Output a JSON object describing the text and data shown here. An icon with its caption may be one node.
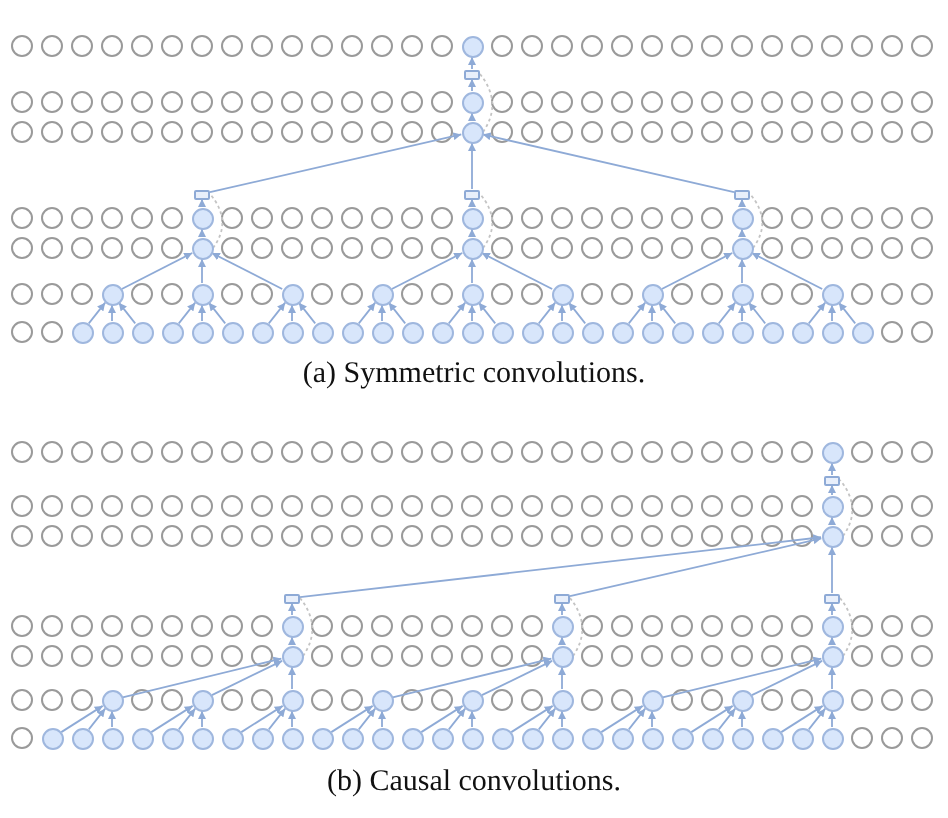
{
  "diagram": {
    "nodes": [
      {
        "text": [],
        "shape": "circle"
      },
      {
        "text": [],
        "shape": "box"
      },
      {
        "text": [],
        "shape": "circle"
      },
      {
        "text": [],
        "shape": "circle"
      },
      {
        "text": [],
        "shape": "box"
      },
      {
        "text": [],
        "shape": "box"
      },
      {
        "text": [],
        "shape": "box"
      },
      {
        "text": [],
        "shape": "circle"
      },
      {
        "text": [],
        "shape": "circle"
      },
      {
        "text": [],
        "shape": "circle"
      },
      {
        "text": [],
        "shape": "circle"
      },
      {
        "text": [],
        "shape": "circle"
      },
      {
        "text": [],
        "shape": "circle"
      },
      {
        "text": [],
        "shape": "circle"
      },
      {
        "text": [],
        "shape": "circle"
      },
      {
        "text": [],
        "shape": "circle"
      },
      {
        "text": [],
        "shape": "circle"
      },
      {
        "text": [],
        "shape": "circle"
      },
      {
        "text": [],
        "shape": "circle"
      },
      {
        "text": [],
        "shape": "circle"
      },
      {
        "text": [],
        "shape": "circle"
      },
      {
        "text": [],
        "shape": "circle"
      },
      {
        "text": [],
        "shape": "circle"
      },
      {
        "text": [],
        "shape": "circle"
      },
      {
        "text": [],
        "shape": "circle"
      },
      {
        "text": [],
        "shape": "circle"
      },
      {
        "text": [],
        "shape": "circle"
      },
      {
        "text": [],
        "shape": "circle"
      },
      {
        "text": [],
        "shape": "circle"
      },
      {
        "text": [],
        "shape": "circle"
      },
      {
        "text": [],
        "shape": "circle"
      },
      {
        "text": [],
        "shape": "circle"
      },
      {
        "text": [],
        "shape": "circle"
      },
      {
        "text": [],
        "shape": "circle"
      },
      {
        "text": [],
        "shape": "circle"
      },
      {
        "text": [],
        "shape": "circle"
      },
      {
        "text": [],
        "shape": "circle"
      },
      {
        "text": [],
        "shape": "circle"
      },
      {
        "text": [],
        "shape": "circle"
      },
      {
        "text": [],
        "shape": "circle"
      },
      {
        "text": [],
        "shape": "circle"
      },
      {
        "text": [],
        "shape": "circle"
      },
      {
        "text": [],
        "shape": "circle"
      },
      {
        "text": [],
        "shape": "circle"
      },
      {
        "text": [],
        "shape": "circle"
      },
      {
        "text": [],
        "shape": "circle"
      },
      {
        "text": [],
        "shape": "circle"
      },
      {
        "text": [],
        "shape": "circle"
      },
      {
        "text": [],
        "shape": "circle"
      },
      {
        "text": [],
        "shape": "circle"
      },
      {
        "text": [],
        "shape": "box"
      },
      {
        "text": [],
        "shape": "circle"
      },
      {
        "text": [],
        "shape": "circle"
      },
      {
        "text": [],
        "shape": "box"
      },
      {
        "text": [],
        "shape": "box"
      },
      {
        "text": [],
        "shape": "box"
      },
      {
        "text": [],
        "shape": "circle"
      },
      {
        "text": [],
        "shape": "circle"
      },
      {
        "text": [],
        "shape": "circle"
      },
      {
        "text": [],
        "shape": "circle"
      },
      {
        "text": [],
        "shape": "circle"
      },
      {
        "text": [],
        "shape": "circle"
      },
      {
        "text": [],
        "shape": "circle"
      },
      {
        "text": [],
        "shape": "circle"
      },
      {
        "text": [],
        "shape": "circle"
      },
      {
        "text": [],
        "shape": "circle"
      },
      {
        "text": [],
        "shape": "circle"
      },
      {
        "text": [],
        "shape": "circle"
      },
      {
        "text": [],
        "shape": "circle"
      },
      {
        "text": [],
        "shape": "circle"
      },
      {
        "text": [],
        "shape": "circle"
      },
      {
        "text": [],
        "shape": "circle"
      },
      {
        "text": [],
        "shape": "circle"
      },
      {
        "text": [],
        "shape": "circle"
      },
      {
        "text": [],
        "shape": "circle"
      },
      {
        "text": [],
        "shape": "circle"
      },
      {
        "text": [],
        "shape": "circle"
      },
      {
        "text": [],
        "shape": "circle"
      },
      {
        "text": [],
        "shape": "circle"
      },
      {
        "text": [],
        "shape": "circle"
      },
      {
        "text": [],
        "shape": "circle"
      },
      {
        "text": [],
        "shape": "circle"
      },
      {
        "text": [],
        "shape": "circle"
      },
      {
        "text": [],
        "shape": "circle"
      },
      {
        "text": [],
        "shape": "circle"
      },
      {
        "text": [],
        "shape": "circle"
      },
      {
        "text": [],
        "shape": "circle"
      },
      {
        "text": [],
        "shape": "circle"
      },
      {
        "text": [],
        "shape": "circle"
      },
      {
        "text": [],
        "shape": "circle"
      },
      {
        "text": [],
        "shape": "circle"
      },
      {
        "text": [],
        "shape": "circle"
      },
      {
        "text": [],
        "shape": "circle"
      },
      {
        "text": [],
        "shape": "circle"
      },
      {
        "text": [],
        "shape": "circle"
      },
      {
        "text": [],
        "shape": "circle"
      },
      {
        "text": [],
        "shape": "circle"
      },
      {
        "text": [],
        "shape": "circle"
      }
    ],
    "edges": [
      {
        "from": 22,
        "to": 13,
        "arrow": "to"
      },
      {
        "from": 23,
        "to": 13,
        "arrow": "to"
      },
      {
        "from": 24,
        "to": 13,
        "arrow": "to"
      },
      {
        "from": 25,
        "to": 14,
        "arrow": "to"
      },
      {
        "from": 26,
        "to": 14,
        "arrow": "to"
      },
      {
        "from": 27,
        "to": 14,
        "arrow": "to"
      },
      {
        "from": 28,
        "to": 15,
        "arrow": "to"
      },
      {
        "from": 29,
        "to": 15,
        "arrow": "to"
      },
      {
        "from": 30,
        "to": 15,
        "arrow": "to"
      },
      {
        "from": 31,
        "to": 16,
        "arrow": "to"
      },
      {
        "from": 32,
        "to": 16,
        "arrow": "to"
      },
      {
        "from": 33,
        "to": 16,
        "arrow": "to"
      },
      {
        "from": 34,
        "to": 17,
        "arrow": "to"
      },
      {
        "from": 35,
        "to": 17,
        "arrow": "to"
      },
      {
        "from": 36,
        "to": 17,
        "arrow": "to"
      },
      {
        "from": 37,
        "to": 18,
        "arrow": "to"
      },
      {
        "from": 38,
        "to": 18,
        "arrow": "to"
      },
      {
        "from": 39,
        "to": 18,
        "arrow": "to"
      },
      {
        "from": 40,
        "to": 19,
        "arrow": "to"
      },
      {
        "from": 41,
        "to": 19,
        "arrow": "to"
      },
      {
        "from": 42,
        "to": 19,
        "arrow": "to"
      },
      {
        "from": 43,
        "to": 20,
        "arrow": "to"
      },
      {
        "from": 44,
        "to": 20,
        "arrow": "to"
      },
      {
        "from": 45,
        "to": 20,
        "arrow": "to"
      },
      {
        "from": 46,
        "to": 21,
        "arrow": "to"
      },
      {
        "from": 47,
        "to": 21,
        "arrow": "to"
      },
      {
        "from": 48,
        "to": 21,
        "arrow": "to"
      },
      {
        "from": 13,
        "to": 10,
        "arrow": "to"
      },
      {
        "from": 14,
        "to": 10,
        "arrow": "to"
      },
      {
        "from": 15,
        "to": 10,
        "arrow": "to"
      },
      {
        "from": 16,
        "to": 11,
        "arrow": "to"
      },
      {
        "from": 17,
        "to": 11,
        "arrow": "to"
      },
      {
        "from": 18,
        "to": 11,
        "arrow": "to"
      },
      {
        "from": 19,
        "to": 12,
        "arrow": "to"
      },
      {
        "from": 20,
        "to": 12,
        "arrow": "to"
      },
      {
        "from": 21,
        "to": 12,
        "arrow": "to"
      },
      {
        "from": 10,
        "to": 7,
        "arrow": "to"
      },
      {
        "from": 11,
        "to": 8,
        "arrow": "to"
      },
      {
        "from": 12,
        "to": 9,
        "arrow": "to"
      },
      {
        "from": 7,
        "to": 4,
        "arrow": "to"
      },
      {
        "from": 8,
        "to": 5,
        "arrow": "to"
      },
      {
        "from": 9,
        "to": 6,
        "arrow": "to"
      },
      {
        "from": 10,
        "to": 4,
        "arrow": "none",
        "style": "dashed",
        "color": "#c4c4c4"
      },
      {
        "from": 11,
        "to": 5,
        "arrow": "none",
        "style": "dashed",
        "color": "#c4c4c4"
      },
      {
        "from": 12,
        "to": 6,
        "arrow": "none",
        "style": "dashed",
        "color": "#c4c4c4"
      },
      {
        "from": 4,
        "to": 3,
        "arrow": "to"
      },
      {
        "from": 5,
        "to": 3,
        "arrow": "to"
      },
      {
        "from": 6,
        "to": 3,
        "arrow": "to"
      },
      {
        "from": 3,
        "to": 2,
        "arrow": "to"
      },
      {
        "from": 2,
        "to": 1,
        "arrow": "to"
      },
      {
        "from": 3,
        "to": 1,
        "arrow": "none",
        "style": "dashed",
        "color": "#c4c4c4"
      },
      {
        "from": 1,
        "to": 0,
        "arrow": "to"
      },
      {
        "from": 71,
        "to": 62,
        "arrow": "to"
      },
      {
        "from": 72,
        "to": 62,
        "arrow": "to"
      },
      {
        "from": 73,
        "to": 62,
        "arrow": "to"
      },
      {
        "from": 74,
        "to": 63,
        "arrow": "to"
      },
      {
        "from": 75,
        "to": 63,
        "arrow": "to"
      },
      {
        "from": 76,
        "to": 63,
        "arrow": "to"
      },
      {
        "from": 77,
        "to": 64,
        "arrow": "to"
      },
      {
        "from": 78,
        "to": 64,
        "arrow": "to"
      },
      {
        "from": 79,
        "to": 64,
        "arrow": "to"
      },
      {
        "from": 80,
        "to": 65,
        "arrow": "to"
      },
      {
        "from": 81,
        "to": 65,
        "arrow": "to"
      },
      {
        "from": 82,
        "to": 65,
        "arrow": "to"
      },
      {
        "from": 83,
        "to": 66,
        "arrow": "to"
      },
      {
        "from": 84,
        "to": 66,
        "arrow": "to"
      },
      {
        "from": 85,
        "to": 66,
        "arrow": "to"
      },
      {
        "from": 86,
        "to": 67,
        "arrow": "to"
      },
      {
        "from": 87,
        "to": 67,
        "arrow": "to"
      },
      {
        "from": 88,
        "to": 67,
        "arrow": "to"
      },
      {
        "from": 89,
        "to": 68,
        "arrow": "to"
      },
      {
        "from": 90,
        "to": 68,
        "arrow": "to"
      },
      {
        "from": 91,
        "to": 68,
        "arrow": "to"
      },
      {
        "from": 92,
        "to": 69,
        "arrow": "to"
      },
      {
        "from": 93,
        "to": 69,
        "arrow": "to"
      },
      {
        "from": 94,
        "to": 69,
        "arrow": "to"
      },
      {
        "from": 95,
        "to": 70,
        "arrow": "to"
      },
      {
        "from": 96,
        "to": 70,
        "arrow": "to"
      },
      {
        "from": 97,
        "to": 70,
        "arrow": "to"
      },
      {
        "from": 62,
        "to": 59,
        "arrow": "to"
      },
      {
        "from": 63,
        "to": 59,
        "arrow": "to"
      },
      {
        "from": 64,
        "to": 59,
        "arrow": "to"
      },
      {
        "from": 65,
        "to": 60,
        "arrow": "to"
      },
      {
        "from": 66,
        "to": 60,
        "arrow": "to"
      },
      {
        "from": 67,
        "to": 60,
        "arrow": "to"
      },
      {
        "from": 68,
        "to": 61,
        "arrow": "to"
      },
      {
        "from": 69,
        "to": 61,
        "arrow": "to"
      },
      {
        "from": 70,
        "to": 61,
        "arrow": "to"
      },
      {
        "from": 59,
        "to": 56,
        "arrow": "to"
      },
      {
        "from": 60,
        "to": 57,
        "arrow": "to"
      },
      {
        "from": 61,
        "to": 58,
        "arrow": "to"
      },
      {
        "from": 56,
        "to": 53,
        "arrow": "to"
      },
      {
        "from": 57,
        "to": 54,
        "arrow": "to"
      },
      {
        "from": 58,
        "to": 55,
        "arrow": "to"
      },
      {
        "from": 59,
        "to": 53,
        "arrow": "none",
        "style": "dashed",
        "color": "#c4c4c4"
      },
      {
        "from": 60,
        "to": 54,
        "arrow": "none",
        "style": "dashed",
        "color": "#c4c4c4"
      },
      {
        "from": 61,
        "to": 55,
        "arrow": "none",
        "style": "dashed",
        "color": "#c4c4c4"
      },
      {
        "from": 53,
        "to": 52,
        "arrow": "to"
      },
      {
        "from": 54,
        "to": 52,
        "arrow": "to"
      },
      {
        "from": 55,
        "to": 52,
        "arrow": "to"
      },
      {
        "from": 52,
        "to": 51,
        "arrow": "to"
      },
      {
        "from": 51,
        "to": 50,
        "arrow": "to"
      },
      {
        "from": 52,
        "to": 50,
        "arrow": "none",
        "style": "dashed",
        "color": "#c4c4c4"
      },
      {
        "from": 50,
        "to": 49,
        "arrow": "to"
      }
    ],
    "labels": [
      "(a) Symmetric convolutions.",
      "(b) Causal convolutions."
    ]
  }
}
